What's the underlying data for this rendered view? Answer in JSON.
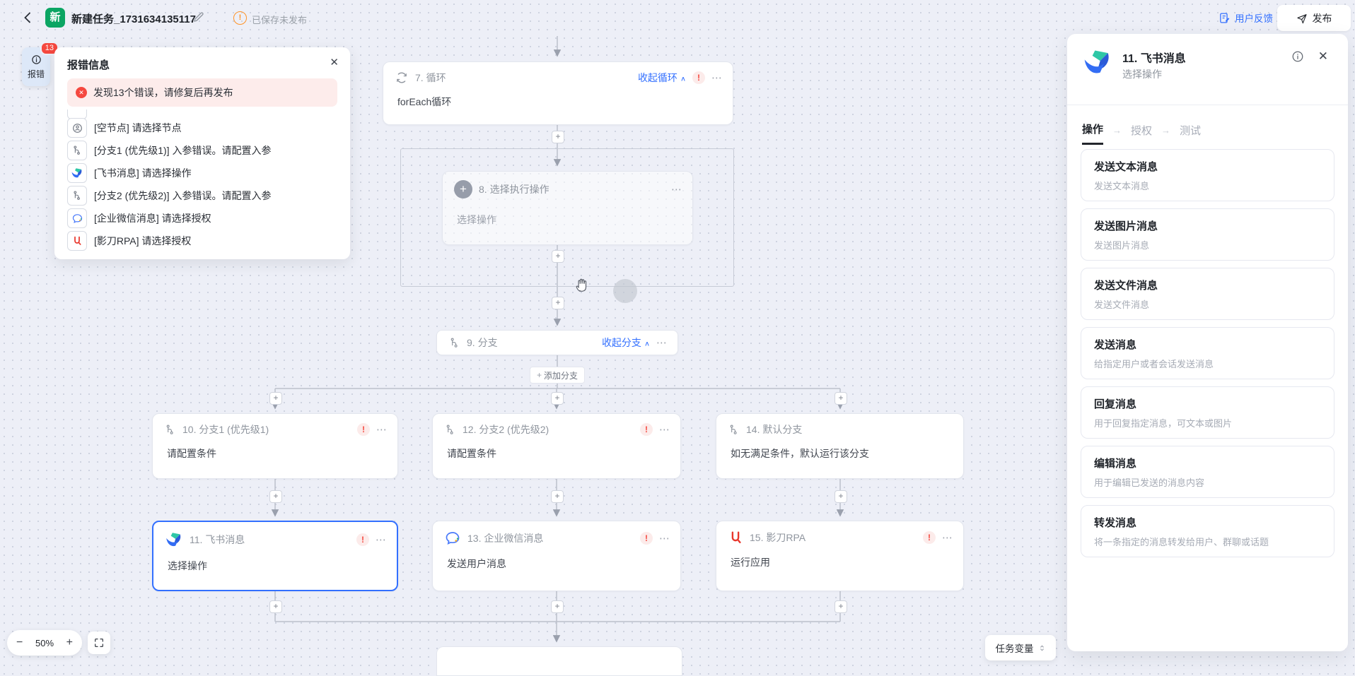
{
  "topbar": {
    "badge": "新",
    "title": "新建任务_1731634135117",
    "saved_status": "已保存未发布",
    "feedback_label": "用户反馈",
    "publish_label": "发布"
  },
  "error_button": {
    "label": "报错",
    "count": "13"
  },
  "error_panel": {
    "title": "报错信息",
    "alert": "发现13个错误，请修复后再发布",
    "items": [
      {
        "icon": "empty-node-icon",
        "text": "[空节点] 请选择节点"
      },
      {
        "icon": "branch-icon",
        "text": "[分支1 (优先级1)] 入参错误。请配置入参"
      },
      {
        "icon": "feishu-icon",
        "text": "[飞书消息] 请选择操作"
      },
      {
        "icon": "branch-icon",
        "text": "[分支2 (优先级2)] 入参错误。请配置入参"
      },
      {
        "icon": "wecom-icon",
        "text": "[企业微信消息] 请选择授权"
      },
      {
        "icon": "yingdao-icon",
        "text": "[影刀RPA] 请选择授权"
      }
    ]
  },
  "canvas": {
    "zoom_level": "50%",
    "task_variables_label": "任务变量",
    "add_branch_label": "添加分支",
    "nodes": {
      "n7": {
        "title": "7. 循环",
        "body": "forEach循环",
        "collapse_label": "收起循环"
      },
      "n8": {
        "title": "8. 选择执行操作",
        "body": "选择操作"
      },
      "n9": {
        "title": "9. 分支",
        "collapse_label": "收起分支"
      },
      "n10": {
        "title": "10. 分支1 (优先级1)",
        "body": "请配置条件"
      },
      "n12": {
        "title": "12. 分支2 (优先级2)",
        "body": "请配置条件"
      },
      "n14": {
        "title": "14. 默认分支",
        "body": "如无满足条件，默认运行该分支"
      },
      "n11": {
        "title": "11. 飞书消息",
        "body": "选择操作"
      },
      "n13": {
        "title": "13. 企业微信消息",
        "body": "发送用户消息"
      },
      "n15": {
        "title": "15. 影刀RPA",
        "body": "运行应用"
      }
    }
  },
  "panel": {
    "title": "11. 飞书消息",
    "subtitle": "选择操作",
    "tabs": [
      {
        "label": "操作"
      },
      {
        "label": "授权"
      },
      {
        "label": "测试"
      }
    ],
    "operations": [
      {
        "title": "发送文本消息",
        "desc": "发送文本消息"
      },
      {
        "title": "发送图片消息",
        "desc": "发送图片消息"
      },
      {
        "title": "发送文件消息",
        "desc": "发送文件消息"
      },
      {
        "title": "发送消息",
        "desc": "给指定用户或者会话发送消息"
      },
      {
        "title": "回复消息",
        "desc": "用于回复指定消息，可文本或图片"
      },
      {
        "title": "编辑消息",
        "desc": "用于编辑已发送的消息内容"
      },
      {
        "title": "转发消息",
        "desc": "将一条指定的消息转发给用户、群聊或话题"
      }
    ]
  },
  "colors": {
    "accent": "#3370ff",
    "error": "#f5483f",
    "brand_green": "#0ba563",
    "warning": "#ff9326"
  }
}
